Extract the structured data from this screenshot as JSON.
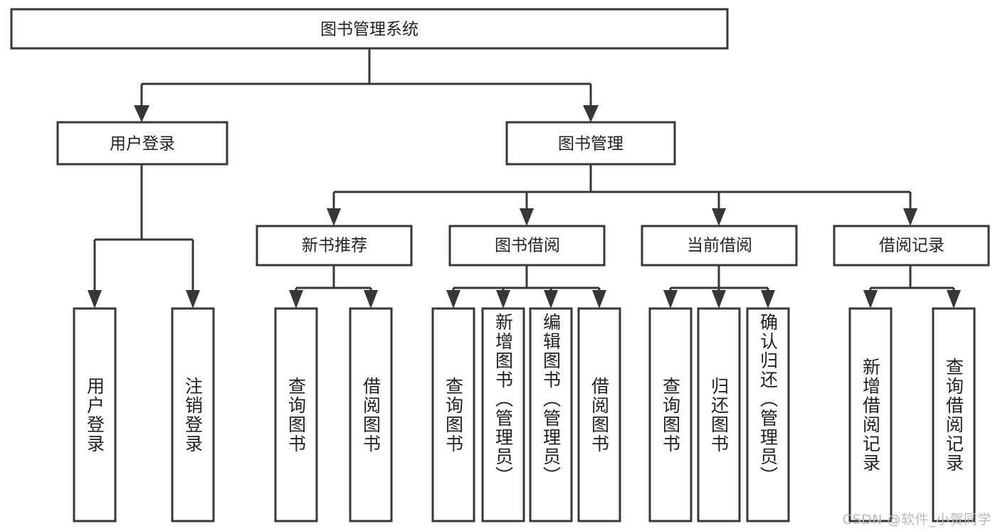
{
  "diagram": {
    "type": "tree-hierarchy",
    "title": "图书管理系统",
    "orientation": "top-down",
    "colors": {
      "stroke": "#373737",
      "box_fill": "#ffffff",
      "text": "#231f20",
      "background": "#ffffff",
      "watermark": "#b9b9b9"
    },
    "root": {
      "label": "图书管理系统"
    },
    "level1": [
      {
        "label": "用户登录"
      },
      {
        "label": "图书管理"
      }
    ],
    "level2": [
      {
        "label": "新书推荐"
      },
      {
        "label": "图书借阅"
      },
      {
        "label": "当前借阅"
      },
      {
        "label": "借阅记录"
      }
    ],
    "leaves": {
      "user_login": [
        {
          "label": "用户登录"
        },
        {
          "label": "注销登录"
        }
      ],
      "new_book_recommend": [
        {
          "label": "查询图书"
        },
        {
          "label": "借阅图书"
        }
      ],
      "book_borrow": [
        {
          "label": "查询图书"
        },
        {
          "label": "新增图书（管理员）"
        },
        {
          "label": "编辑图书（管理员）"
        },
        {
          "label": "借阅图书"
        }
      ],
      "current_borrow": [
        {
          "label": "查询图书"
        },
        {
          "label": "归还图书"
        },
        {
          "label": "确认归还（管理员）"
        }
      ],
      "borrow_record": [
        {
          "label": "新增借阅记录"
        },
        {
          "label": "查询借阅记录"
        }
      ]
    }
  },
  "watermark": {
    "text": "CSDN @软件_小贺同学"
  }
}
